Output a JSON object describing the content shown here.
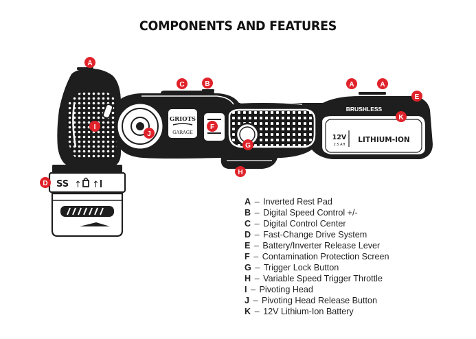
{
  "title": "COMPONENTS AND FEATURES",
  "callout_color": "#e0232b",
  "tool_text": {
    "brand_top": "GRIOTS",
    "brand_bottom": "GARAGE",
    "brushless": "BRUSHLESS",
    "battery_voltage": "12V",
    "battery_capacity": "2.5 AH",
    "battery_label": "LITHIUM-ION",
    "speed_marks": "SS"
  },
  "callouts": {
    "A1": "A",
    "A2": "A",
    "A3": "A",
    "B": "B",
    "C": "C",
    "D": "D",
    "E": "E",
    "F": "F",
    "G": "G",
    "H": "H",
    "I": "I",
    "J": "J",
    "K": "K"
  },
  "legend": [
    {
      "key": "A",
      "text": "Inverted Rest Pad"
    },
    {
      "key": "B",
      "text": "Digital Speed Control +/-"
    },
    {
      "key": "C",
      "text": "Digital Control Center"
    },
    {
      "key": "D",
      "text": "Fast-Change Drive System"
    },
    {
      "key": "E",
      "text": "Battery/Inverter Release Lever"
    },
    {
      "key": "F",
      "text": "Contamination Protection Screen"
    },
    {
      "key": "G",
      "text": "Trigger Lock Button"
    },
    {
      "key": "H",
      "text": "Variable Speed Trigger Throttle"
    },
    {
      "key": "I",
      "text": "Pivoting Head"
    },
    {
      "key": "J",
      "text": "Pivoting Head Release Button"
    },
    {
      "key": "K",
      "text": "12V Lithium-Ion Battery"
    }
  ]
}
